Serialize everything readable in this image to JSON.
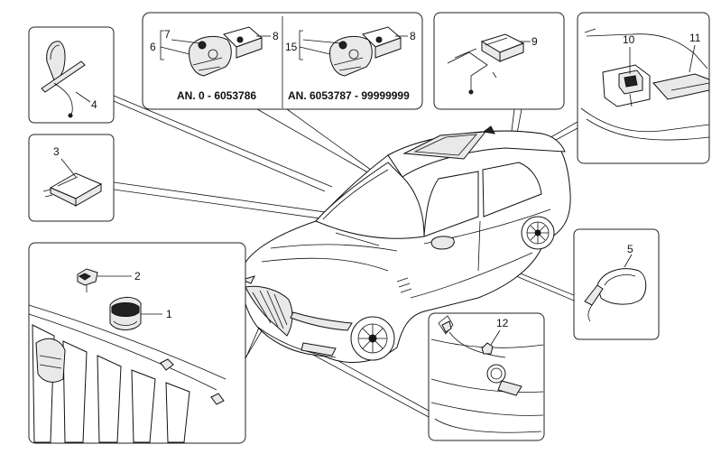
{
  "diagram": {
    "callouts": {
      "c1": "1",
      "c2": "2",
      "c3": "3",
      "c4": "4",
      "c5": "5",
      "c6": "6",
      "c7": "7",
      "c8a": "8",
      "c8b": "8",
      "c9": "9",
      "c10": "10",
      "c11": "11",
      "c12": "12",
      "c15": "15"
    },
    "captions": {
      "left": "AN. 0 - 6053786",
      "right": "AN. 6053787 - 99999999"
    }
  }
}
